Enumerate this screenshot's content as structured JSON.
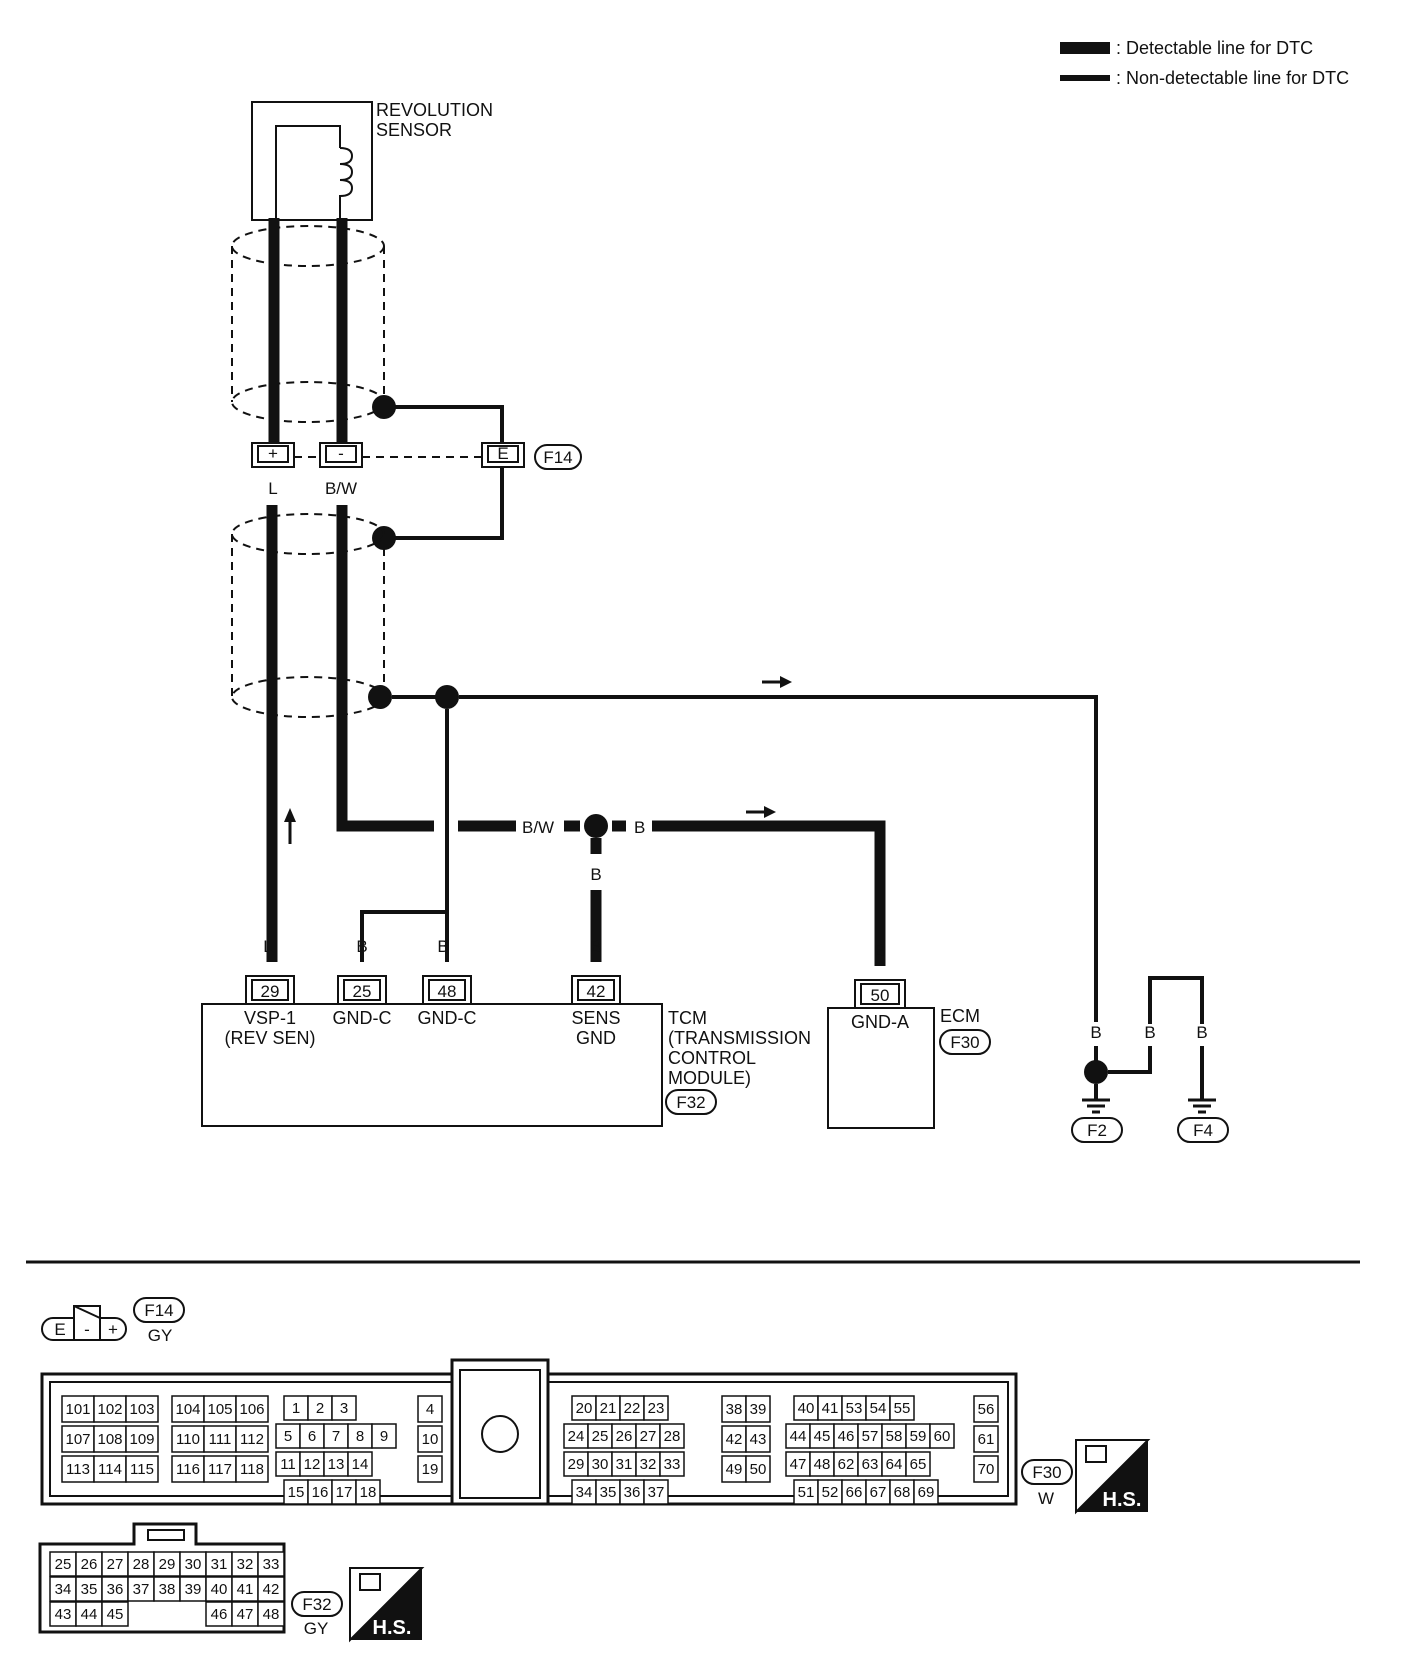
{
  "legend": {
    "detectable": ": Detectable line for DTC",
    "non_detectable": ": Non-detectable line for DTC"
  },
  "sensor": {
    "line1": "REVOLUTION",
    "line2": "SENSOR"
  },
  "connector_f14": {
    "id": "F14",
    "pins": [
      "+",
      "-",
      "E"
    ]
  },
  "wire_labels": {
    "L": "L",
    "BW": "B/W",
    "B": "B"
  },
  "tcm": {
    "line1": "TCM",
    "line2": "(TRANSMISSION",
    "line3": "CONTROL",
    "line4": "MODULE)",
    "connector": "F32",
    "pins": [
      {
        "num": "29",
        "name1": "VSP-1",
        "name2": "(REV SEN)"
      },
      {
        "num": "25",
        "name1": "GND-C",
        "name2": ""
      },
      {
        "num": "48",
        "name1": "GND-C",
        "name2": ""
      },
      {
        "num": "42",
        "name1": "SENS",
        "name2": "GND"
      }
    ]
  },
  "ecm": {
    "label": "ECM",
    "connector": "F30",
    "pin_num": "50",
    "pin_name": "GND-A"
  },
  "grounds": [
    "F2",
    "F4"
  ],
  "bottom": {
    "f14": {
      "id": "F14",
      "color": "GY",
      "pins": [
        "E",
        "-",
        "+"
      ]
    },
    "f30": {
      "id": "F30",
      "color": "W",
      "hs": "H.S.",
      "blocks": [
        [
          [
            "101",
            "102",
            "103"
          ],
          [
            "107",
            "108",
            "109"
          ],
          [
            "113",
            "114",
            "115"
          ]
        ],
        [
          [
            "104",
            "105",
            "106"
          ],
          [
            "110",
            "111",
            "112"
          ],
          [
            "116",
            "117",
            "118"
          ]
        ],
        [
          [
            "1",
            "2",
            "3"
          ],
          [
            "5",
            "6",
            "7",
            "8",
            "9"
          ],
          [
            "11",
            "12",
            "13",
            "14"
          ],
          [
            "15",
            "16",
            "17",
            "18"
          ]
        ],
        [
          [
            "4"
          ],
          [
            "10"
          ],
          [
            "19"
          ]
        ],
        [
          [
            "20",
            "21",
            "22",
            "23"
          ],
          [
            "24",
            "25",
            "26",
            "27",
            "28"
          ],
          [
            "29",
            "30",
            "31",
            "32",
            "33"
          ],
          [
            "34",
            "35",
            "36",
            "37"
          ]
        ],
        [
          [
            "38",
            "39"
          ],
          [
            "42",
            "43"
          ],
          [
            "49",
            "50"
          ]
        ],
        [
          [
            "40",
            "41",
            "53",
            "54",
            "55"
          ],
          [
            "44",
            "45",
            "46",
            "57",
            "58",
            "59",
            "60"
          ],
          [
            "47",
            "48",
            "62",
            "63",
            "64",
            "65"
          ],
          [
            "51",
            "52",
            "66",
            "67",
            "68",
            "69"
          ]
        ],
        [
          [
            "56"
          ],
          [
            "61"
          ],
          [
            "70"
          ]
        ]
      ]
    },
    "f32": {
      "id": "F32",
      "color": "GY",
      "hs": "H.S.",
      "rows": [
        [
          "25",
          "26",
          "27",
          "28",
          "29",
          "30",
          "31",
          "32",
          "33"
        ],
        [
          "34",
          "35",
          "36",
          "37",
          "38",
          "39",
          "40",
          "41",
          "42"
        ],
        [
          "43",
          "44",
          "45",
          "46",
          "47",
          "48"
        ]
      ]
    }
  }
}
